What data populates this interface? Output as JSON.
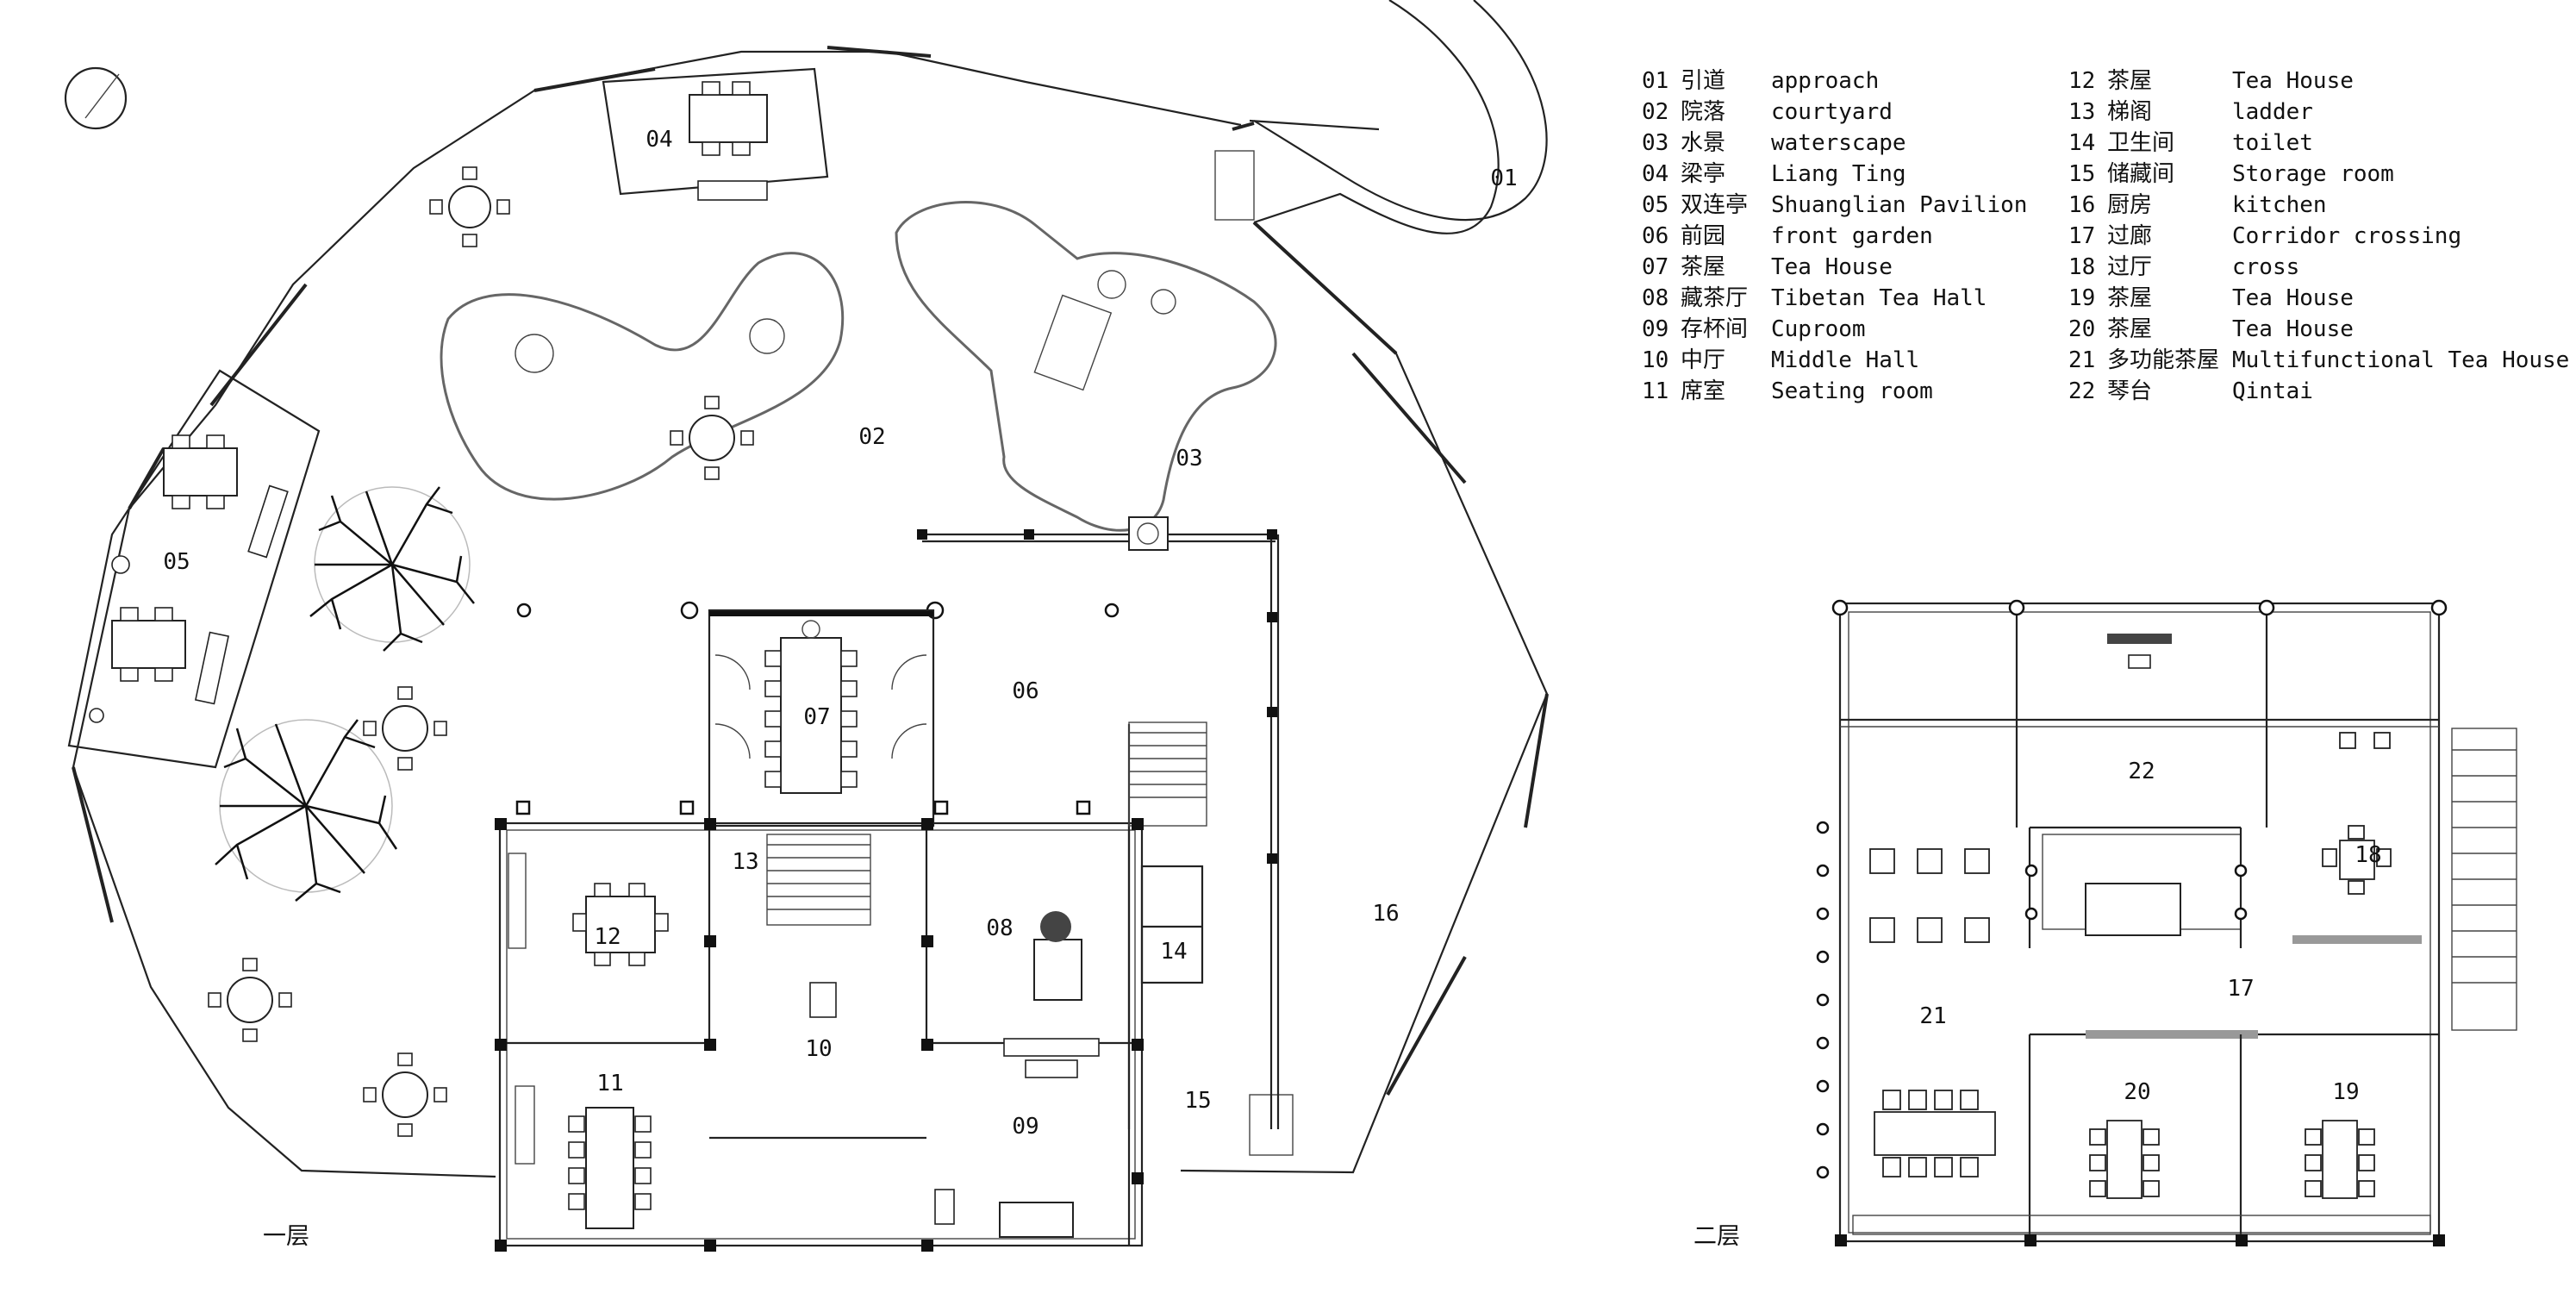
{
  "legend": {
    "left": [
      {
        "num": "01",
        "zh": "引道",
        "en": "approach"
      },
      {
        "num": "02",
        "zh": "院落",
        "en": "courtyard"
      },
      {
        "num": "03",
        "zh": "水景",
        "en": "waterscape"
      },
      {
        "num": "04",
        "zh": "梁亭",
        "en": "Liang Ting"
      },
      {
        "num": "05",
        "zh": "双连亭",
        "en": "Shuanglian Pavilion"
      },
      {
        "num": "06",
        "zh": "前园",
        "en": "front garden"
      },
      {
        "num": "07",
        "zh": "茶屋",
        "en": "Tea House"
      },
      {
        "num": "08",
        "zh": "藏茶厅",
        "en": "Tibetan Tea Hall"
      },
      {
        "num": "09",
        "zh": "存杯间",
        "en": "Cuproom"
      },
      {
        "num": "10",
        "zh": "中厅",
        "en": "Middle Hall"
      },
      {
        "num": "11",
        "zh": "席室",
        "en": "Seating room"
      }
    ],
    "right": [
      {
        "num": "12",
        "zh": "茶屋",
        "en": "Tea House"
      },
      {
        "num": "13",
        "zh": "梯阁",
        "en": "ladder"
      },
      {
        "num": "14",
        "zh": "卫生间",
        "en": "toilet"
      },
      {
        "num": "15",
        "zh": "储藏间",
        "en": "Storage room"
      },
      {
        "num": "16",
        "zh": "厨房",
        "en": "kitchen"
      },
      {
        "num": "17",
        "zh": "过廊",
        "en": "Corridor crossing"
      },
      {
        "num": "18",
        "zh": "过厅",
        "en": "cross"
      },
      {
        "num": "19",
        "zh": "茶屋",
        "en": "Tea House"
      },
      {
        "num": "20",
        "zh": "茶屋",
        "en": "Tea House"
      },
      {
        "num": "21",
        "zh": "多功能茶屋",
        "en": "Multifunctional Tea House"
      },
      {
        "num": "22",
        "zh": "琴台",
        "en": "Qintai"
      }
    ]
  },
  "floors": {
    "ground": {
      "label": "一层",
      "rooms": {
        "r01": "01",
        "r02": "02",
        "r03": "03",
        "r04": "04",
        "r05": "05",
        "r06": "06",
        "r07": "07",
        "r08": "08",
        "r09": "09",
        "r10": "10",
        "r11": "11",
        "r12": "12",
        "r13": "13",
        "r14": "14",
        "r15": "15",
        "r16": "16"
      }
    },
    "upper": {
      "label": "二层",
      "rooms": {
        "r17": "17",
        "r18": "18",
        "r19": "19",
        "r20": "20",
        "r21": "21",
        "r22": "22"
      }
    }
  },
  "icons": {
    "north_arrow": "north-arrow-icon"
  },
  "colors": {
    "line": "#222222",
    "background": "#ffffff",
    "tree": "#111111"
  }
}
